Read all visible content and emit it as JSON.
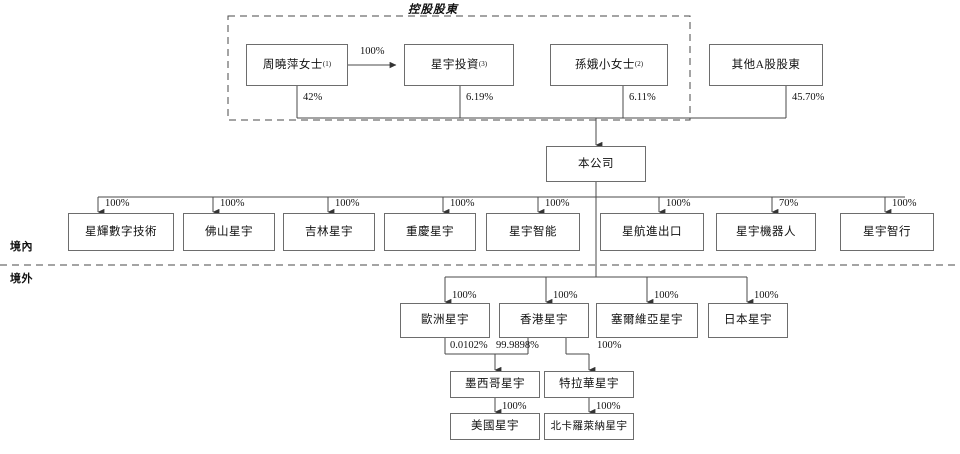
{
  "diagram": {
    "group_title": "控股股東",
    "zones": {
      "domestic": "境內",
      "overseas": "境外"
    },
    "nodes": {
      "zhou": {
        "label": "周曉萍女士",
        "sup": "(1)"
      },
      "xingyu_invest": {
        "label": "星宇投資",
        "sup": "(3)"
      },
      "sun": {
        "label": "孫娥小女士",
        "sup": "(2)"
      },
      "other_a": {
        "label": "其他A股股東",
        "sup": ""
      },
      "company": {
        "label": "本公司",
        "sup": ""
      },
      "sub1": {
        "label": "星輝數字技術",
        "sup": ""
      },
      "sub2": {
        "label": "佛山星宇",
        "sup": ""
      },
      "sub3": {
        "label": "吉林星宇",
        "sup": ""
      },
      "sub4": {
        "label": "重慶星宇",
        "sup": ""
      },
      "sub5": {
        "label": "星宇智能",
        "sup": ""
      },
      "sub6": {
        "label": "星航進出口",
        "sup": ""
      },
      "sub7": {
        "label": "星宇機器人",
        "sup": ""
      },
      "sub8": {
        "label": "星宇智行",
        "sup": ""
      },
      "ov1": {
        "label": "歐洲星宇",
        "sup": ""
      },
      "ov2": {
        "label": "香港星宇",
        "sup": ""
      },
      "ov3": {
        "label": "塞爾維亞星宇",
        "sup": ""
      },
      "ov4": {
        "label": "日本星宇",
        "sup": ""
      },
      "mx": {
        "label": "墨西哥星宇",
        "sup": ""
      },
      "de": {
        "label": "特拉華星宇",
        "sup": ""
      },
      "us": {
        "label": "美國星宇",
        "sup": ""
      },
      "nc": {
        "label": "北卡羅萊納星宇",
        "sup": ""
      }
    },
    "percentages": {
      "zhou_to_invest": "100%",
      "zhou_to_company": "42%",
      "invest_to_company": "6.19%",
      "sun_to_company": "6.11%",
      "other_a_to_company": "45.70%",
      "sub1": "100%",
      "sub2": "100%",
      "sub3": "100%",
      "sub4": "100%",
      "sub5": "100%",
      "sub6": "100%",
      "sub7": "70%",
      "sub8": "100%",
      "ov1": "100%",
      "ov2": "100%",
      "ov3": "100%",
      "ov4": "100%",
      "ov1_to_mx": "0.0102%",
      "ov2_to_mx": "99.9898%",
      "ov2_to_de": "100%",
      "mx_to_us": "100%",
      "de_to_nc": "100%"
    },
    "colors": {
      "line": "#4a4a4a",
      "box_border": "#6d6d6d",
      "dashed": "#4a4a4a",
      "text": "#111111"
    }
  }
}
